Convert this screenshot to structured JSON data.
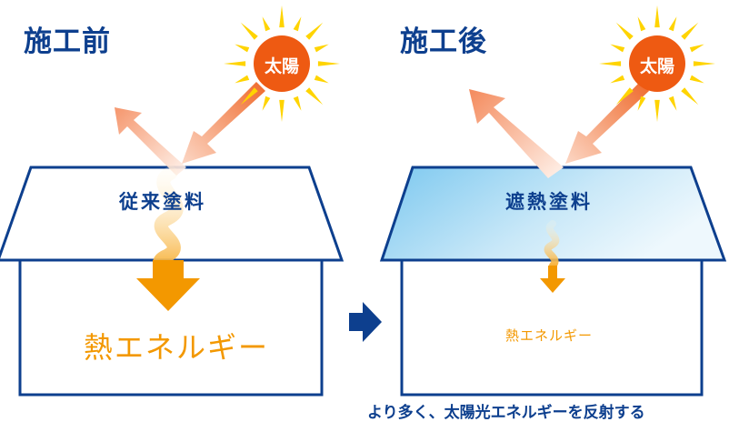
{
  "before": {
    "title": "施工前",
    "sun_label": "太陽",
    "roof_label": "従来塗料",
    "heat_label": "熱エネルギー"
  },
  "after": {
    "title": "施工後",
    "sun_label": "太陽",
    "roof_label": "遮熱塗料",
    "heat_label": "熱エネルギー"
  },
  "caption": "より多く、太陽光エネルギーを反射する",
  "icons": [
    "sun-icon",
    "sunray-arrow-icon",
    "reflect-arrow-icon",
    "heat-wave-icon",
    "heat-arrow-down-icon",
    "right-arrow-icon"
  ],
  "colors": {
    "navy": "#0d3f8e",
    "sun_orange": "#ee5a12",
    "ray_yellow": "#ffd400",
    "heat_orange": "#f39800",
    "roof_blue": "#8fd0f0"
  }
}
